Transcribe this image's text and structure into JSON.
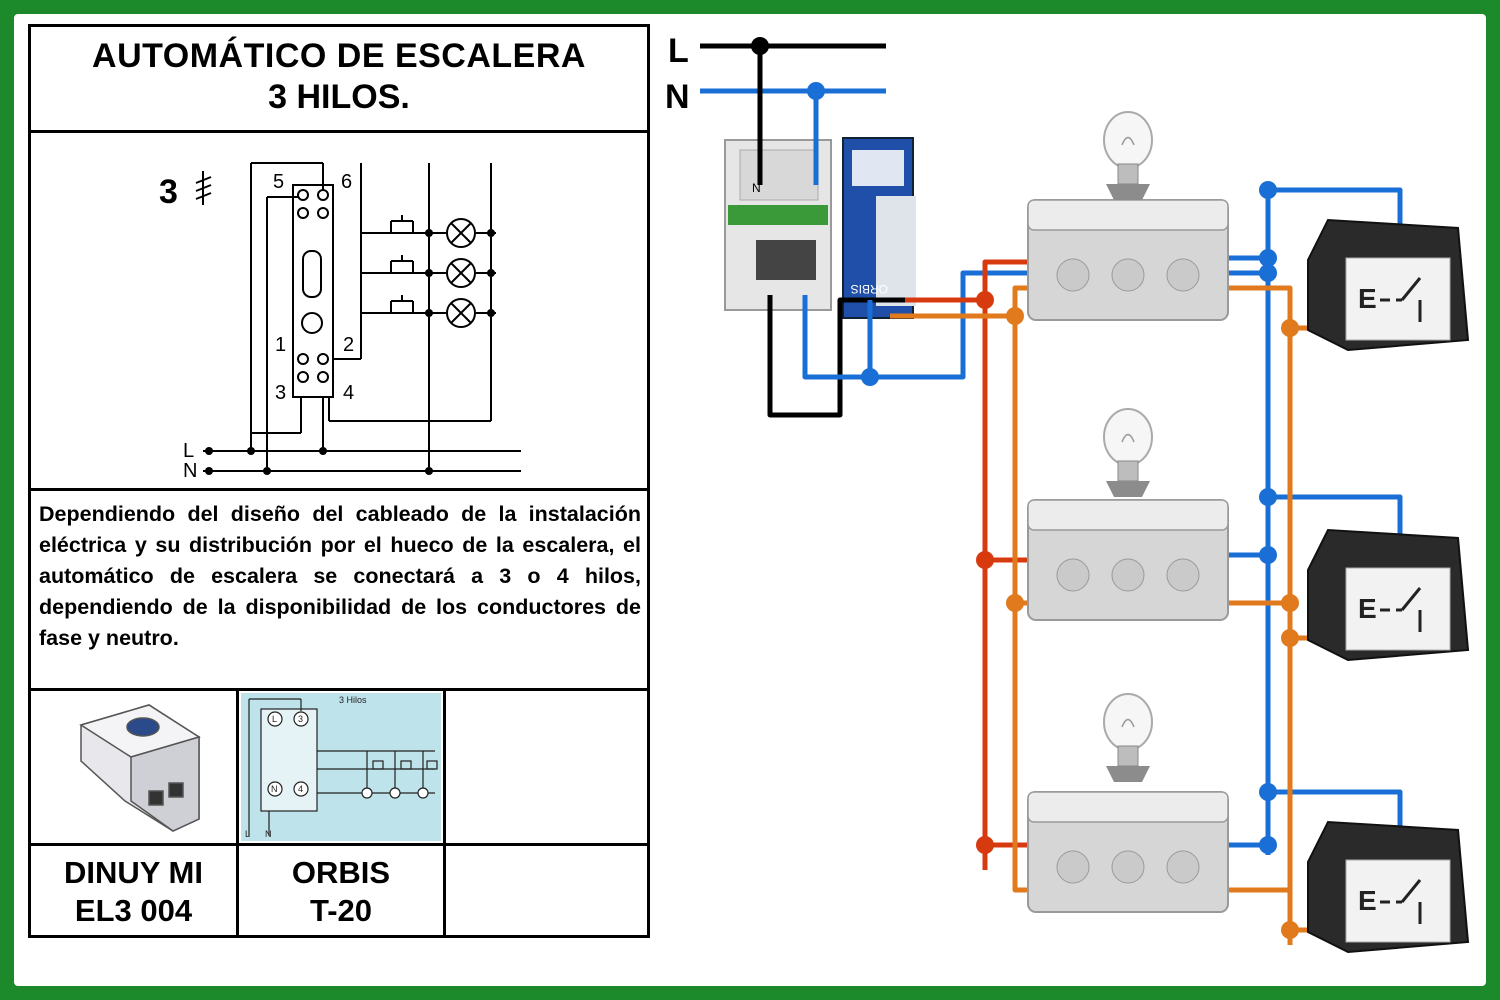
{
  "title": {
    "line1": "AUTOMÁTICO DE ESCALERA",
    "line2": "3 HILOS."
  },
  "schematic": {
    "wire_count": "3",
    "terminals": [
      "5",
      "6",
      "1",
      "2",
      "3",
      "4"
    ],
    "lines": [
      "L",
      "N"
    ]
  },
  "description": "Dependiendo del diseño del cableado de la instalación eléctrica y su distribución por el hueco de la escalera, el automático de escalera se conectará a 3 o 4 hilos, dependiendo de la disponibilidad de los conductores de fase y neutro.",
  "products": [
    {
      "name_line1": "DINUY MI",
      "name_line2": "EL3 004"
    },
    {
      "name_line1": "ORBIS",
      "name_line2": "T-20"
    },
    {
      "name_line1": "",
      "name_line2": ""
    }
  ],
  "mini_diagram": {
    "title": "3 Hilos",
    "terminals": [
      "L",
      "3",
      "N",
      "4"
    ],
    "lines": [
      "L",
      "N"
    ]
  },
  "wiring": {
    "line_label": "L",
    "neutral_label": "N",
    "breaker_mark": "N",
    "timer_brand": "ORBIS"
  },
  "colors": {
    "frame": "#1c8a2a",
    "phase": "#000000",
    "neutral": "#1a6fd6",
    "return_red": "#d83a10",
    "switch_orange": "#e07a1c"
  }
}
